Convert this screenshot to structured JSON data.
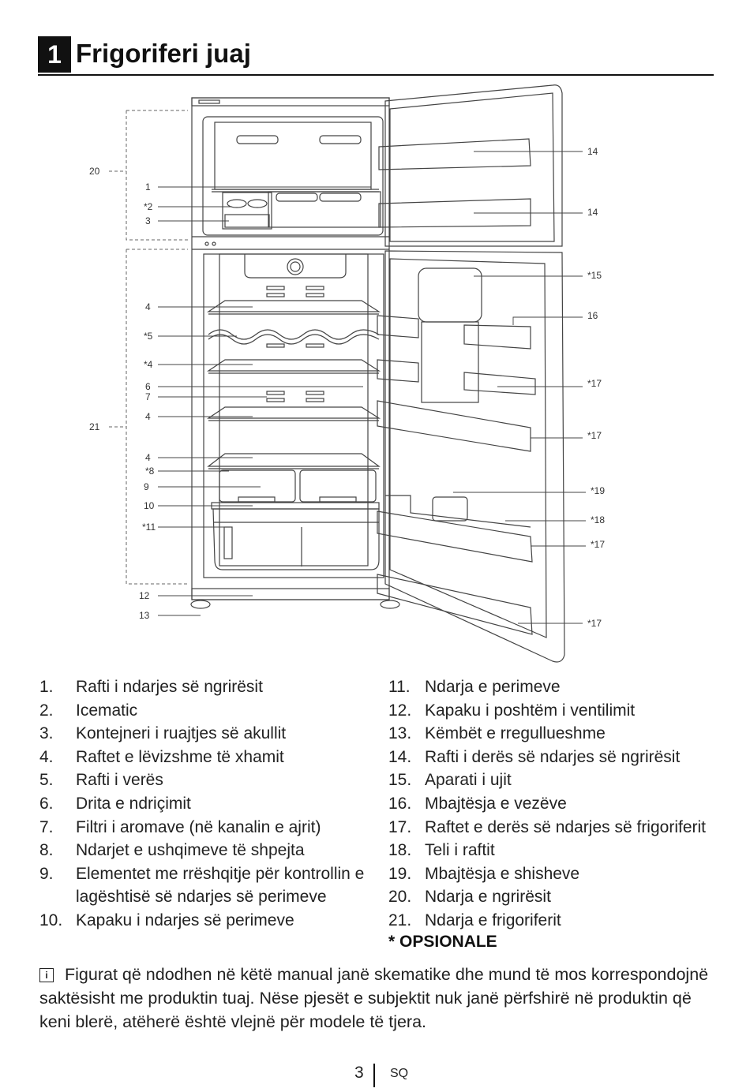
{
  "header": {
    "number": "1",
    "title": "Frigoriferi juaj"
  },
  "diagram": {
    "labels_left": [
      "20",
      "1",
      "*2",
      "3",
      "4",
      "*5",
      "*4",
      "6",
      "7",
      "4",
      "21",
      "4",
      "*8",
      "9",
      "10",
      "*11",
      "12",
      "13"
    ],
    "labels_right": [
      "14",
      "14",
      "*15",
      "16",
      "*17",
      "*17",
      "*19",
      "*18",
      "*17",
      "*17"
    ]
  },
  "legend_left": [
    {
      "num": "1.",
      "text": "Rafti i ndarjes së ngrirësit"
    },
    {
      "num": "2.",
      "text": "Icematic"
    },
    {
      "num": "3.",
      "text": "Kontejneri i ruajtjes së akullit"
    },
    {
      "num": "4.",
      "text": "Raftet e lëvizshme të xhamit"
    },
    {
      "num": "5.",
      "text": "Rafti i verës"
    },
    {
      "num": "6.",
      "text": "Drita e ndriçimit"
    },
    {
      "num": "7.",
      "text": "Filtri i aromave (në kanalin e ajrit)"
    },
    {
      "num": "8.",
      "text": "Ndarjet e ushqimeve të shpejta"
    },
    {
      "num": "9.",
      "text": "Elementet me rrëshqitje për kontrollin e lagështisë së ndarjes së perimeve"
    },
    {
      "num": "10.",
      "text": "Kapaku i ndarjes së perimeve"
    }
  ],
  "legend_right": [
    {
      "num": "11.",
      "text": "Ndarja e perimeve"
    },
    {
      "num": "12.",
      "text": "Kapaku i poshtëm i ventilimit"
    },
    {
      "num": "13.",
      "text": "Këmbët e rregullueshme"
    },
    {
      "num": "14.",
      "text": "Rafti i derës së ndarjes së ngrirësit"
    },
    {
      "num": "15.",
      "text": "Aparati i ujit"
    },
    {
      "num": "16.",
      "text": "Mbajtësja e vezëve"
    },
    {
      "num": "17.",
      "text": "Raftet e derës së ndarjes së frigoriferit"
    },
    {
      "num": "18.",
      "text": "Teli i raftit"
    },
    {
      "num": "19.",
      "text": "Mbajtësja e shisheve"
    },
    {
      "num": "20.",
      "text": "Ndarja e ngrirësit"
    },
    {
      "num": "21.",
      "text": "Ndarja e frigoriferit"
    }
  ],
  "optional_note": "* OPSIONALE",
  "note": {
    "icon": "info-icon",
    "text": "Figurat që ndodhen në këtë manual janë skematike dhe mund të mos korrespondojnë saktësisht me produktin tuaj. Nëse pjesët e subjektit nuk janë përfshirë në produktin që keni blerë, atëherë është vlejnë për modele të tjera."
  },
  "footer": {
    "page": "3",
    "lang": "SQ"
  }
}
